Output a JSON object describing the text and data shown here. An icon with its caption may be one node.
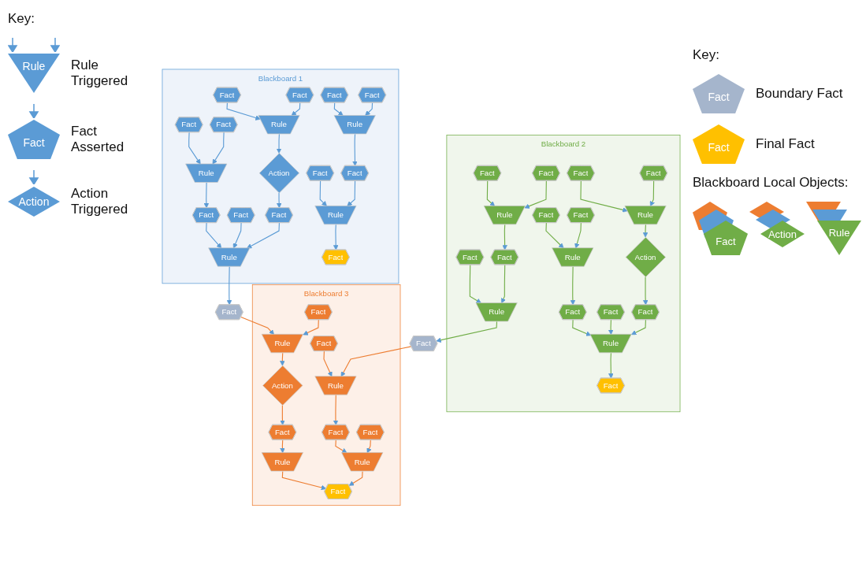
{
  "diagram": {
    "nodes": [
      {
        "text": [
          "Blackboard 1"
        ]
      },
      {
        "text": [
          "Fact"
        ],
        "in": 0
      },
      {
        "text": [
          "Fact"
        ],
        "in": 0
      },
      {
        "text": [
          "Fact"
        ],
        "in": 0
      },
      {
        "text": [
          "Fact"
        ],
        "in": 0
      },
      {
        "text": [
          "Fact"
        ],
        "in": 0
      },
      {
        "text": [
          "Fact"
        ],
        "in": 0
      },
      {
        "text": [
          "Rule"
        ],
        "in": 0
      },
      {
        "text": [
          "Rule"
        ],
        "in": 0
      },
      {
        "text": [
          "Rule"
        ],
        "in": 0
      },
      {
        "text": [
          "Fact"
        ],
        "in": 0
      },
      {
        "text": [
          "Fact"
        ],
        "in": 0
      },
      {
        "text": [
          "Action"
        ],
        "in": 0
      },
      {
        "text": [
          "Fact"
        ],
        "in": 0
      },
      {
        "text": [
          "Fact"
        ],
        "in": 0
      },
      {
        "text": [
          "Fact"
        ],
        "in": 0
      },
      {
        "text": [
          "Rule"
        ],
        "in": 0
      },
      {
        "text": [
          "Rule"
        ],
        "in": 0
      },
      {
        "text": [
          "Fact"
        ],
        "in": 0
      },
      {
        "text": [
          "Fact"
        ]
      },
      {
        "text": [
          "Blackboard 2"
        ]
      },
      {
        "text": [
          "Fact"
        ],
        "in": 20
      },
      {
        "text": [
          "Fact"
        ],
        "in": 20
      },
      {
        "text": [
          "Fact"
        ],
        "in": 20
      },
      {
        "text": [
          "Fact"
        ],
        "in": 20
      },
      {
        "text": [
          "Fact"
        ],
        "in": 20
      },
      {
        "text": [
          "Fact"
        ],
        "in": 20
      },
      {
        "text": [
          "Rule"
        ],
        "in": 20
      },
      {
        "text": [
          "Rule"
        ],
        "in": 20
      },
      {
        "text": [
          "Rule"
        ],
        "in": 20
      },
      {
        "text": [
          "Action"
        ],
        "in": 20
      },
      {
        "text": [
          "Fact"
        ],
        "in": 20
      },
      {
        "text": [
          "Fact"
        ],
        "in": 20
      },
      {
        "text": [
          "Fact"
        ],
        "in": 20
      },
      {
        "text": [
          "Fact"
        ],
        "in": 20
      },
      {
        "text": [
          "Fact"
        ],
        "in": 20
      },
      {
        "text": [
          "Rule"
        ],
        "in": 20
      },
      {
        "text": [
          "Rule"
        ],
        "in": 20
      },
      {
        "text": [
          "Fact"
        ],
        "in": 20
      },
      {
        "text": [
          "Fact"
        ]
      },
      {
        "text": [
          "Blackboard 3"
        ]
      },
      {
        "text": [
          "Fact"
        ],
        "in": 40
      },
      {
        "text": [
          "Fact"
        ],
        "in": 40
      },
      {
        "text": [
          "Rule"
        ],
        "in": 40
      },
      {
        "text": [
          "Rule"
        ],
        "in": 40
      },
      {
        "text": [
          "Action"
        ],
        "in": 40
      },
      {
        "text": [
          "Fact"
        ],
        "in": 40
      },
      {
        "text": [
          "Fact"
        ],
        "in": 40
      },
      {
        "text": [
          "Fact"
        ],
        "in": 40
      },
      {
        "text": [
          "Rule"
        ],
        "in": 40
      },
      {
        "text": [
          "Rule"
        ],
        "in": 40
      },
      {
        "text": [
          "Fact"
        ],
        "in": 40
      }
    ],
    "edges": [
      {
        "from": 1,
        "to": 7,
        "arrow": "to"
      },
      {
        "from": 2,
        "to": 7,
        "arrow": "to"
      },
      {
        "from": 3,
        "to": 8,
        "arrow": "to"
      },
      {
        "from": 4,
        "to": 8,
        "arrow": "to"
      },
      {
        "from": 5,
        "to": 9,
        "arrow": "to"
      },
      {
        "from": 6,
        "to": 9,
        "arrow": "to"
      },
      {
        "from": 7,
        "to": 11,
        "arrow": "to"
      },
      {
        "from": 8,
        "to": 12,
        "arrow": "to"
      },
      {
        "from": 9,
        "to": 13,
        "arrow": "to"
      },
      {
        "from": 10,
        "to": 16,
        "arrow": "to"
      },
      {
        "from": 11,
        "to": 16,
        "arrow": "to"
      },
      {
        "from": 12,
        "to": 15,
        "arrow": "to"
      },
      {
        "from": 13,
        "to": 17,
        "arrow": "to"
      },
      {
        "from": 14,
        "to": 17,
        "arrow": "to"
      },
      {
        "from": 15,
        "to": 17,
        "arrow": "to"
      },
      {
        "from": 16,
        "to": 18,
        "arrow": "to"
      },
      {
        "from": 17,
        "to": 19,
        "arrow": "to"
      },
      {
        "from": 21,
        "to": 27,
        "arrow": "to",
        "color": "#70ad47"
      },
      {
        "from": 22,
        "to": 27,
        "arrow": "to",
        "color": "#70ad47"
      },
      {
        "from": 23,
        "to": 28,
        "arrow": "to",
        "color": "#70ad47"
      },
      {
        "from": 24,
        "to": 28,
        "arrow": "to",
        "color": "#70ad47"
      },
      {
        "from": 25,
        "to": 29,
        "arrow": "to",
        "color": "#70ad47"
      },
      {
        "from": 26,
        "to": 29,
        "arrow": "to",
        "color": "#70ad47"
      },
      {
        "from": 27,
        "to": 30,
        "arrow": "to",
        "color": "#70ad47"
      },
      {
        "from": 28,
        "to": 31,
        "arrow": "to",
        "color": "#70ad47"
      },
      {
        "from": 29,
        "to": 34,
        "arrow": "to",
        "color": "#70ad47"
      },
      {
        "from": 30,
        "to": 35,
        "arrow": "to",
        "color": "#70ad47"
      },
      {
        "from": 31,
        "to": 36,
        "arrow": "to",
        "color": "#70ad47"
      },
      {
        "from": 32,
        "to": 36,
        "arrow": "to",
        "color": "#70ad47"
      },
      {
        "from": 35,
        "to": 36,
        "arrow": "to",
        "color": "#70ad47"
      },
      {
        "from": 33,
        "to": 37,
        "arrow": "to",
        "color": "#70ad47"
      },
      {
        "from": 34,
        "to": 37,
        "arrow": "to",
        "color": "#70ad47"
      },
      {
        "from": 36,
        "to": 38,
        "arrow": "to",
        "color": "#70ad47"
      },
      {
        "from": 37,
        "to": 39,
        "arrow": "to",
        "color": "#70ad47"
      },
      {
        "from": 19,
        "to": 43,
        "arrow": "to",
        "color": "#ed7d31"
      },
      {
        "from": 41,
        "to": 43,
        "arrow": "to",
        "color": "#ed7d31"
      },
      {
        "from": 42,
        "to": 44,
        "arrow": "to",
        "color": "#ed7d31"
      },
      {
        "from": 39,
        "to": 44,
        "arrow": "to",
        "color": "#ed7d31"
      },
      {
        "from": 43,
        "to": 45,
        "arrow": "to",
        "color": "#ed7d31"
      },
      {
        "from": 44,
        "to": 46,
        "arrow": "to",
        "color": "#ed7d31"
      },
      {
        "from": 45,
        "to": 48,
        "arrow": "to",
        "color": "#ed7d31"
      },
      {
        "from": 46,
        "to": 49,
        "arrow": "to",
        "color": "#ed7d31"
      },
      {
        "from": 47,
        "to": 49,
        "arrow": "to",
        "color": "#ed7d31"
      },
      {
        "from": 48,
        "to": 50,
        "arrow": "to",
        "color": "#ed7d31"
      },
      {
        "from": 50,
        "to": 51,
        "arrow": "to",
        "color": "#ed7d31"
      },
      {
        "from": 49,
        "to": 51,
        "arrow": "to",
        "color": "#ed7d31"
      }
    ],
    "labels": [
      "Key:",
      "Rule",
      "Fact",
      "Action",
      "Key:",
      "Fact",
      "Fact",
      "Blackboard Local Objects:",
      "Fact",
      "Action",
      "Rule"
    ],
    "legend": [
      {
        "text": "Rule Triggered"
      },
      {
        "text": "Fact Asserted"
      },
      {
        "text": "Action Triggered"
      },
      {
        "text": "Boundary Fact"
      },
      {
        "text": "Final Fact"
      }
    ]
  }
}
